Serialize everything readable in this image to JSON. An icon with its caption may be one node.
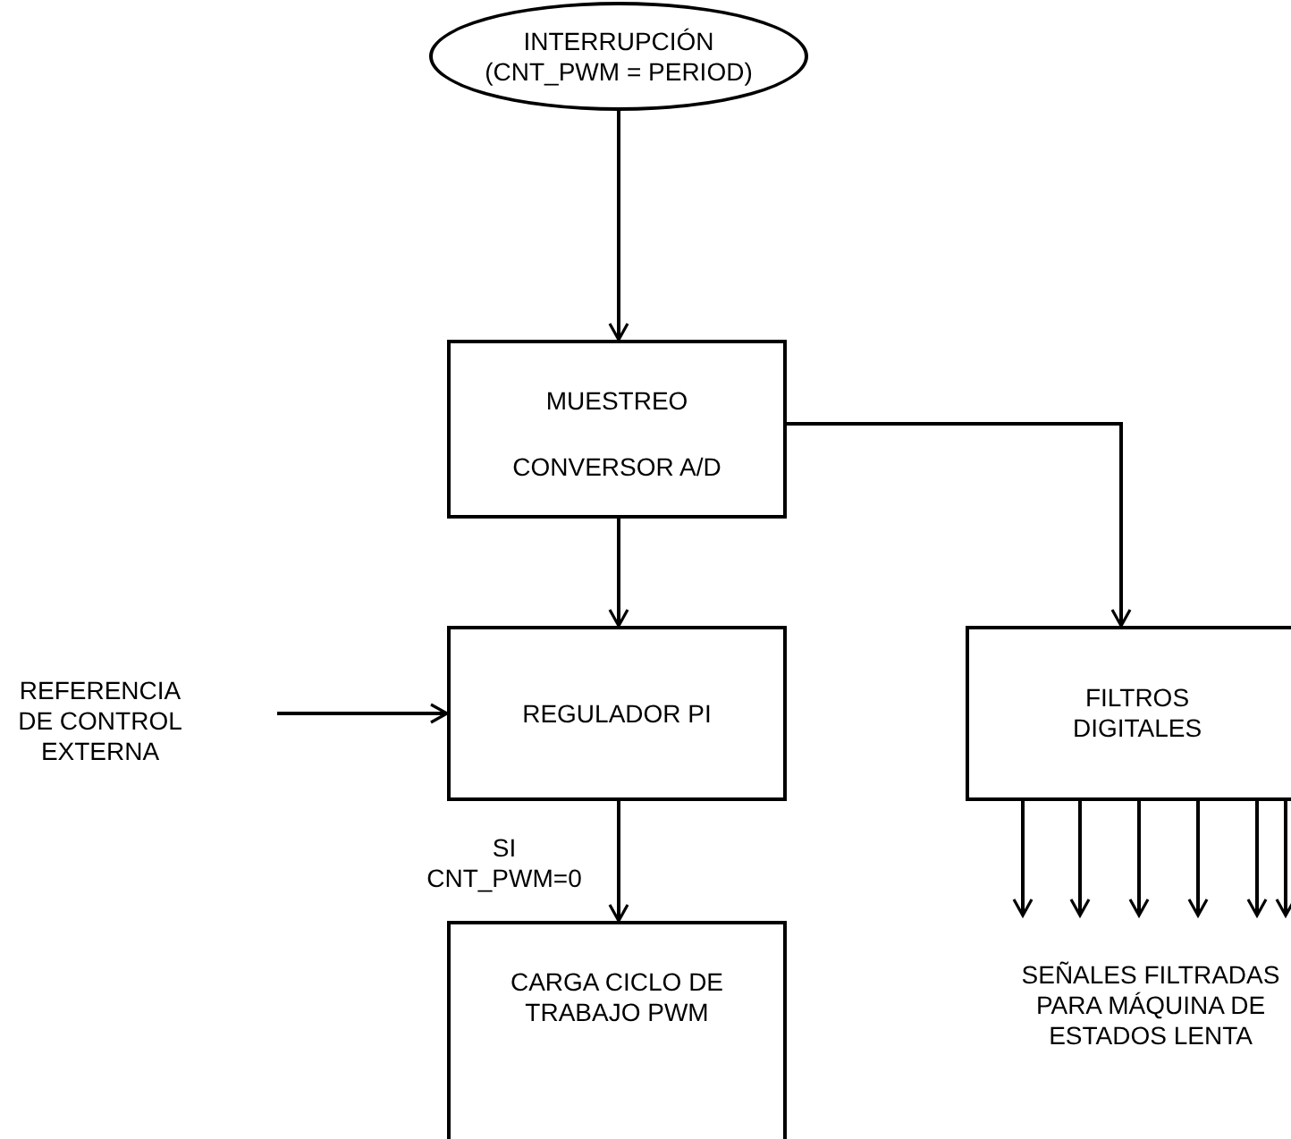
{
  "diagram": {
    "nodes": [
      {
        "text": [
          "INTERRUPCIÓN (CNT_PWM = PERIOD)"
        ]
      },
      {
        "text": [
          "MUESTREO",
          "CONVERSOR A/D"
        ]
      },
      {
        "text": [
          "REGULADOR PI"
        ]
      },
      {
        "text": [
          "CARGA CICLO DE TRABAJO PWM"
        ]
      },
      {
        "text": [
          "FILTROS DIGITALES"
        ]
      },
      {
        "text": [
          "REFERENCIA DE CONTROL EXTERNA"
        ]
      },
      {
        "text": [
          "SEÑALES FILTRADAS PARA MÁQUINA DE ESTADOS LENTA"
        ]
      }
    ],
    "edges": [
      {
        "from": 0,
        "to": 1,
        "arrow": "to"
      },
      {
        "from": 1,
        "to": 2,
        "arrow": "to"
      },
      {
        "from": 1,
        "to": 4,
        "arrow": "to"
      },
      {
        "from": 5,
        "to": 2,
        "arrow": "to"
      },
      {
        "from": 2,
        "to": 3,
        "arrow": "to",
        "label": "SI CNT_PWM=0"
      },
      {
        "from": 4,
        "to": 6,
        "arrow": "to"
      },
      {
        "from": 4,
        "to": 6,
        "arrow": "to"
      },
      {
        "from": 4,
        "to": 6,
        "arrow": "to"
      },
      {
        "from": 4,
        "to": 6,
        "arrow": "to"
      },
      {
        "from": 4,
        "to": 6,
        "arrow": "to"
      },
      {
        "from": 4,
        "to": 6,
        "arrow": "to"
      }
    ]
  }
}
